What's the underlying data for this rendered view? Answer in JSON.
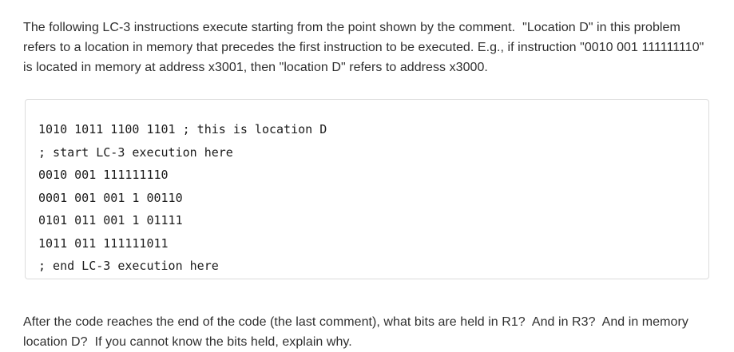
{
  "document": {
    "intro_paragraph": "The following LC-3 instructions execute starting from the point shown by the comment.  \"Location D\" in this problem refers to a location in memory that precedes the first instruction to be executed. E.g., if instruction \"0010 001 111111110\" is located in memory at address x3001, then \"location D\" refers to address x3000.",
    "code_block": {
      "lines": [
        "1010 1011 1100 1101 ; this is location D",
        "; start LC-3 execution here",
        "0010 001 111111110",
        "0001 001 001 1 00110",
        "0101 011 001 1 01111",
        "1011 011 111111011",
        "; end LC-3 execution here"
      ]
    },
    "outro_paragraph": "After the code reaches the end of the code (the last comment), what bits are held in R1?  And in R3?  And in memory location D?  If you cannot know the bits held, explain why."
  },
  "colors": {
    "page_background": "#ffffff",
    "body_text": "#2f2f2f",
    "code_text": "#1b1b1b",
    "code_border": "#dcdcdc"
  }
}
